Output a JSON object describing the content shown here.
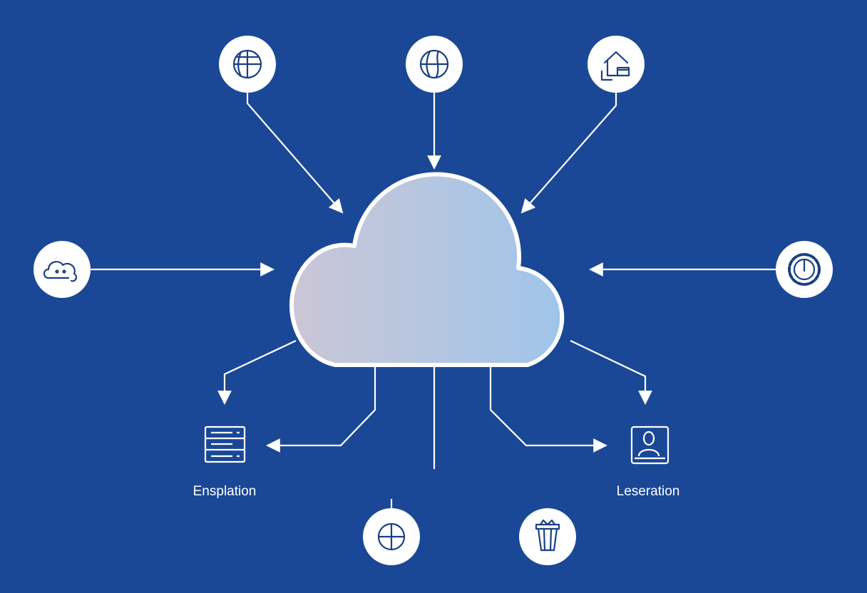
{
  "colors": {
    "background": "#1a4896",
    "line": "#ffffff",
    "icon_stroke": "#1a3f86",
    "cloud_left": "#cbc6d6",
    "cloud_right": "#9fc5ea"
  },
  "labels": {
    "left_output": "Ensplation",
    "right_output": "Leseration"
  },
  "nodes": [
    {
      "id": "top-left",
      "icon": "globe-icon"
    },
    {
      "id": "top-center",
      "icon": "globe-meridian-icon"
    },
    {
      "id": "top-right",
      "icon": "house-wallet-icon"
    },
    {
      "id": "left",
      "icon": "cloud-chat-icon"
    },
    {
      "id": "right",
      "icon": "power-gear-icon"
    },
    {
      "id": "bottom-left",
      "icon": "crosshair-globe-icon"
    },
    {
      "id": "bottom-right",
      "icon": "box-icon"
    },
    {
      "id": "output-left",
      "icon": "server-icon"
    },
    {
      "id": "output-right",
      "icon": "user-card-icon"
    }
  ]
}
